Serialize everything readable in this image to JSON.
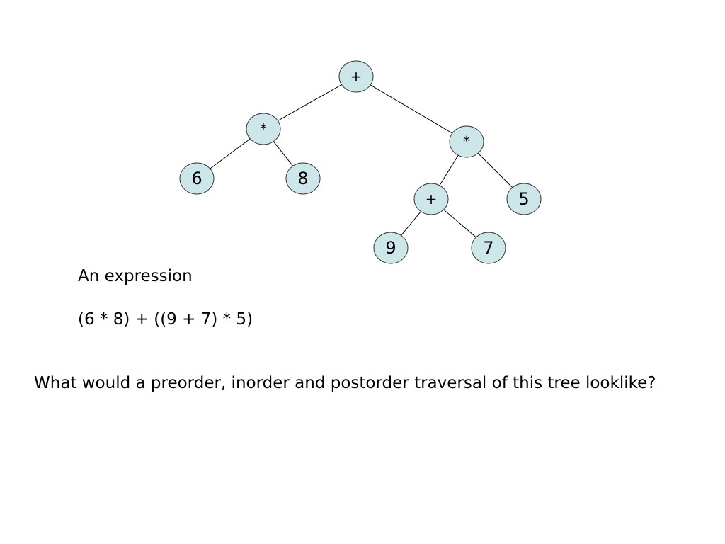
{
  "diagram": {
    "node_fill": "#cde6ea",
    "node_stroke": "#333333",
    "edge_color": "#000000",
    "nodes": [
      {
        "id": "root-plus",
        "label": "+",
        "kind": "operator"
      },
      {
        "id": "left-times",
        "label": "*",
        "kind": "operator"
      },
      {
        "id": "right-times",
        "label": "*",
        "kind": "operator"
      },
      {
        "id": "leaf-6",
        "label": "6",
        "kind": "operand"
      },
      {
        "id": "leaf-8",
        "label": "8",
        "kind": "operand"
      },
      {
        "id": "inner-plus",
        "label": "+",
        "kind": "operator"
      },
      {
        "id": "leaf-5",
        "label": "5",
        "kind": "operand"
      },
      {
        "id": "leaf-9",
        "label": "9",
        "kind": "operand"
      },
      {
        "id": "leaf-7",
        "label": "7",
        "kind": "operand"
      }
    ],
    "edges": [
      [
        "root-plus",
        "left-times"
      ],
      [
        "root-plus",
        "right-times"
      ],
      [
        "left-times",
        "leaf-6"
      ],
      [
        "left-times",
        "leaf-8"
      ],
      [
        "right-times",
        "inner-plus"
      ],
      [
        "right-times",
        "leaf-5"
      ],
      [
        "inner-plus",
        "leaf-9"
      ],
      [
        "inner-plus",
        "leaf-7"
      ]
    ]
  },
  "caption": "An expression",
  "expression": "(6 * 8) + ((9 + 7) * 5)",
  "question": "What would a preorder, inorder and postorder traversal of this tree looklike?"
}
